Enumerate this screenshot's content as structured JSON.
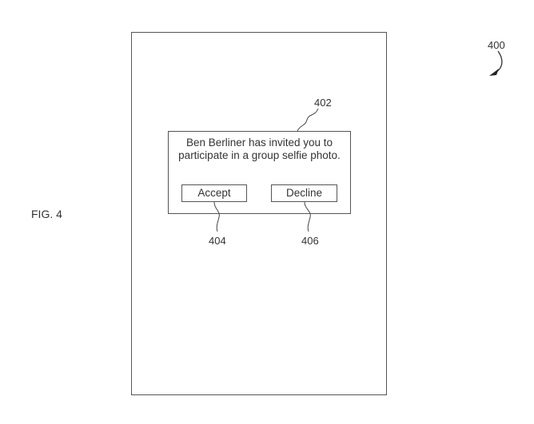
{
  "figure_label": "FIG. 4",
  "refs": {
    "figure": "400",
    "dialog": "402",
    "accept": "404",
    "decline": "406"
  },
  "dialog": {
    "message": "Ben Berliner has invited you to participate in a group selfie photo.",
    "accept_label": "Accept",
    "decline_label": "Decline"
  }
}
